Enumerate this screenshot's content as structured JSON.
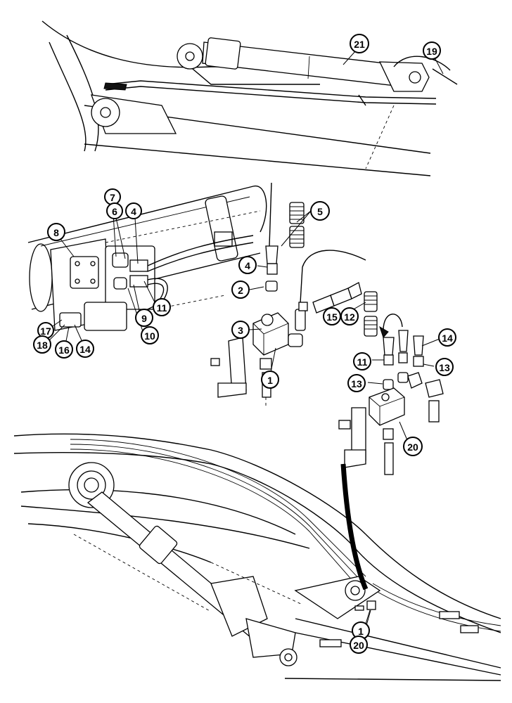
{
  "callouts": [
    {
      "id": "c21",
      "label": "21"
    },
    {
      "id": "c19",
      "label": "19"
    },
    {
      "id": "c7",
      "label": "7"
    },
    {
      "id": "c6",
      "label": "6"
    },
    {
      "id": "c4a",
      "label": "4"
    },
    {
      "id": "c8",
      "label": "8"
    },
    {
      "id": "c5",
      "label": "5"
    },
    {
      "id": "c4b",
      "label": "4"
    },
    {
      "id": "c2",
      "label": "2"
    },
    {
      "id": "c11a",
      "label": "11"
    },
    {
      "id": "c9",
      "label": "9"
    },
    {
      "id": "c10",
      "label": "10"
    },
    {
      "id": "c17",
      "label": "17"
    },
    {
      "id": "c18",
      "label": "18"
    },
    {
      "id": "c16",
      "label": "16"
    },
    {
      "id": "c14a",
      "label": "14"
    },
    {
      "id": "c3",
      "label": "3"
    },
    {
      "id": "c1a",
      "label": "1"
    },
    {
      "id": "c15",
      "label": "15"
    },
    {
      "id": "c12",
      "label": "12"
    },
    {
      "id": "c14b",
      "label": "14"
    },
    {
      "id": "c11b",
      "label": "11"
    },
    {
      "id": "c13a",
      "label": "13"
    },
    {
      "id": "c13b",
      "label": "13"
    },
    {
      "id": "c20a",
      "label": "20"
    },
    {
      "id": "c1b",
      "label": "1"
    },
    {
      "id": "c20b",
      "label": "20"
    }
  ]
}
